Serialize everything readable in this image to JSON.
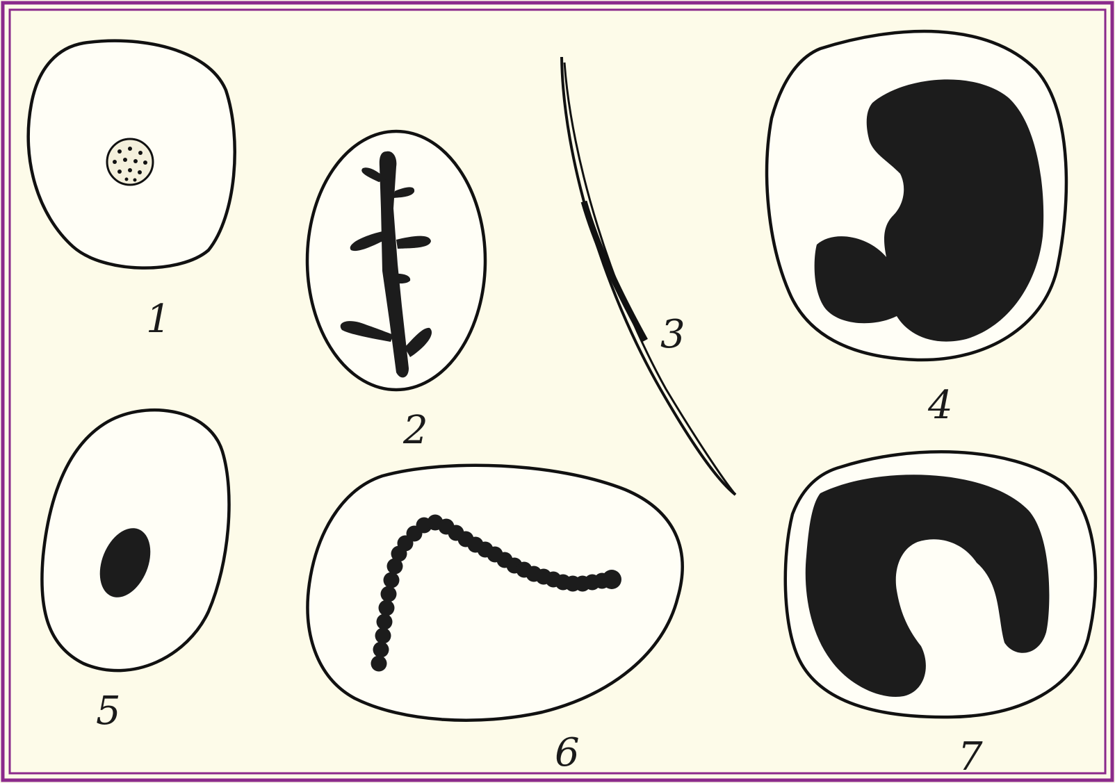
{
  "figure": {
    "frame_color": "#8b2a8b",
    "background_color": "#fdfbe9",
    "ink_color": "#1c1c1c",
    "cells": [
      {
        "label": "1",
        "icon": "cell-with-dotted-nucleus"
      },
      {
        "label": "2",
        "icon": "cell-with-branching-body"
      },
      {
        "label": "3",
        "icon": "thin-curved-needle"
      },
      {
        "label": "4",
        "icon": "cell-with-lobed-nucleus"
      },
      {
        "label": "5",
        "icon": "cell-with-small-oval-nucleus"
      },
      {
        "label": "6",
        "icon": "cell-with-bead-chain"
      },
      {
        "label": "7",
        "icon": "cell-with-horseshoe-nucleus"
      }
    ]
  }
}
